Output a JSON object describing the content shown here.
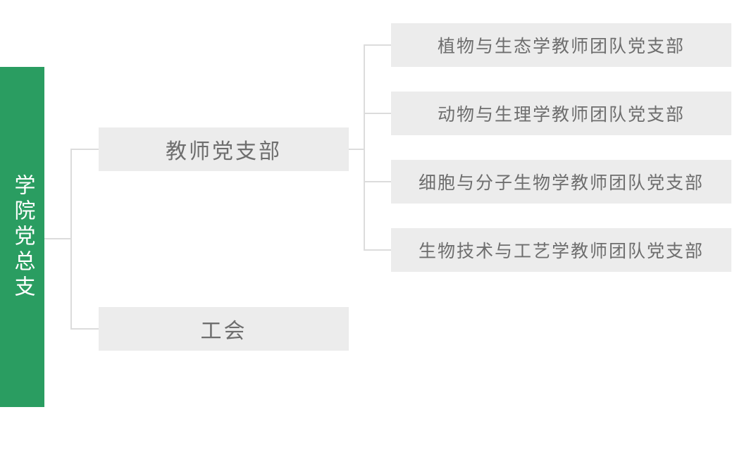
{
  "diagram": {
    "type": "org-chart",
    "root": {
      "label": "学院党总支"
    },
    "branches": [
      {
        "label": "教师党支部",
        "children": [
          "植物与生态学教师团队党支部",
          "动物与生理学教师团队党支部",
          "细胞与分子生物学教师团队党支部",
          "生物技术与工艺学教师团队党支部"
        ]
      },
      {
        "label": "工会",
        "children": []
      }
    ]
  },
  "colors": {
    "background": "#ffffff",
    "root_bg": "#2a9d61",
    "root_text": "#ffffff",
    "node_bg": "#ececec",
    "node_text": "#6e6e6e",
    "connector": "#dcdcdc"
  }
}
